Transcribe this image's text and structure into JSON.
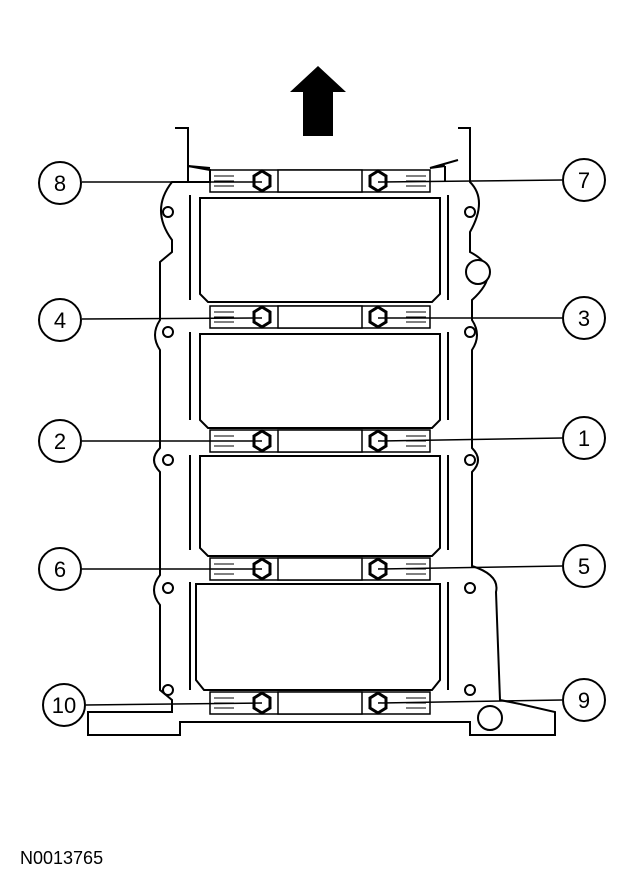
{
  "figure": {
    "reference_code": "N0013765",
    "direction_icon": "arrow-up-icon"
  },
  "callouts": [
    {
      "number": "8",
      "side": "left"
    },
    {
      "number": "7",
      "side": "right"
    },
    {
      "number": "4",
      "side": "left"
    },
    {
      "number": "3",
      "side": "right"
    },
    {
      "number": "2",
      "side": "left"
    },
    {
      "number": "1",
      "side": "right"
    },
    {
      "number": "6",
      "side": "left"
    },
    {
      "number": "5",
      "side": "right"
    },
    {
      "number": "10",
      "side": "left"
    },
    {
      "number": "9",
      "side": "right"
    }
  ]
}
